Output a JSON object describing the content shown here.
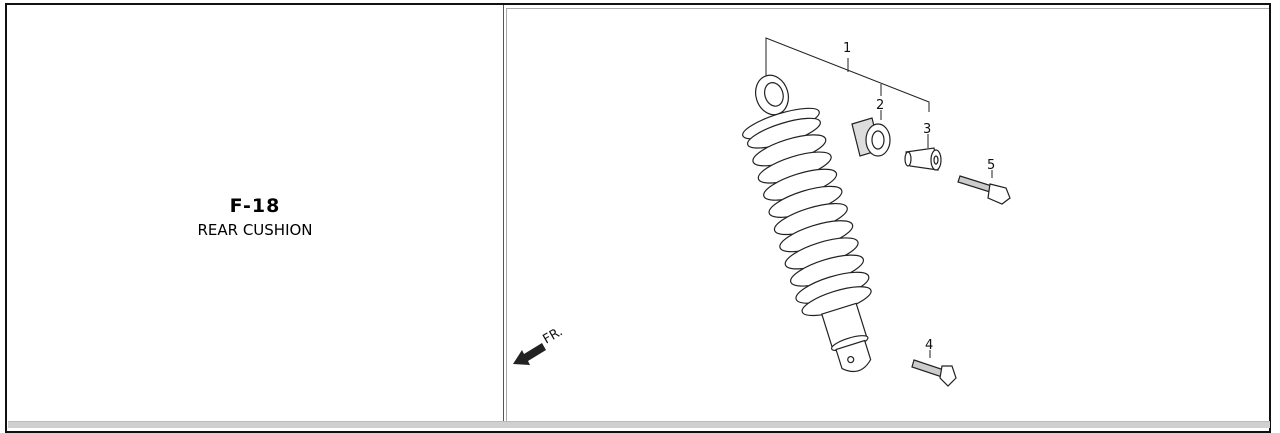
{
  "section": {
    "code": "F-18",
    "title": "REAR CUSHION"
  },
  "diagram": {
    "callouts": [
      "1",
      "2",
      "3",
      "4",
      "5"
    ],
    "direction_label": "FR."
  }
}
